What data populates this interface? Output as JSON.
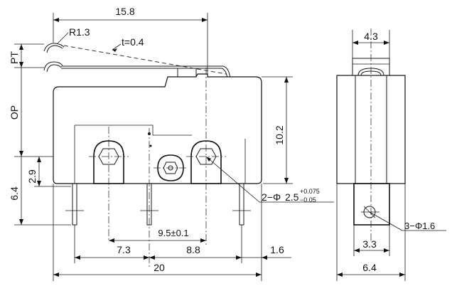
{
  "dimensions": {
    "overall_width": "15.8",
    "radius": "R1.3",
    "thickness": "t=0.4",
    "pt": "PT",
    "op": "OP",
    "height": "10.2",
    "hole_offset": "2.9",
    "pin_height": "6.4",
    "hole_spacing": "9.5±0.1",
    "left_span": "7.3",
    "right_span": "8.8",
    "edge_offset": "1.6",
    "total_length": "20",
    "hole_callout_prefix": "2−Φ",
    "hole_callout_value": "2.5",
    "hole_tol_upper": "+0.075",
    "hole_tol_lower": "−0.05",
    "side_top_width": "4.3",
    "side_hole_callout": "3−Φ1.6",
    "side_pin_width": "3.3",
    "side_total_width": "6.4"
  }
}
